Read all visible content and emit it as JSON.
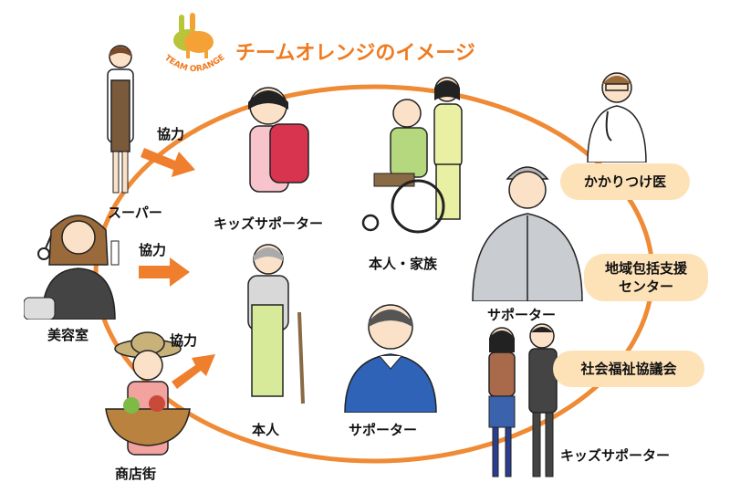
{
  "title": "チームオレンジのイメージ",
  "logo": {
    "text": "TEAM ORANGE",
    "icon": "donkey-icon"
  },
  "colors": {
    "ring": "#ef8a35",
    "arrow": "#ef7f2d",
    "title": "#f07a1e",
    "pill": "#fde2b8"
  },
  "partners": [
    {
      "label": "スーパー",
      "relation": "協力"
    },
    {
      "label": "美容室",
      "relation": "協力"
    },
    {
      "label": "商店街",
      "relation": "協力"
    }
  ],
  "members": {
    "kids_top": "キッズサポーター",
    "family": "本人・家族",
    "worker": "サポーター",
    "person": "本人",
    "supporter": "サポーター",
    "kids_bottom": "キッズサポーター"
  },
  "organizations": [
    "かかりつけ医",
    "地域包括支援\nセンター",
    "社会福祉協議会"
  ]
}
